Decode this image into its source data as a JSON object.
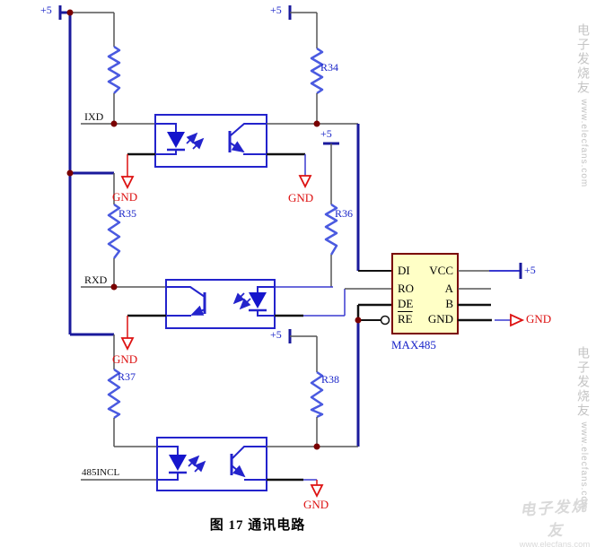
{
  "figure": {
    "caption": "图 17 通讯电路"
  },
  "labels": {
    "plus5": "+5",
    "gnd": "GND",
    "ixd": "IXD",
    "rxd": "RXD",
    "line485": "485INCL"
  },
  "resistors": {
    "r34": "R34",
    "r35": "R35",
    "r36": "R36",
    "r37": "R37",
    "r38": "R38"
  },
  "chip": {
    "name": "MAX485",
    "pins_left": [
      "DI",
      "RO",
      "DE",
      "RE"
    ],
    "pins_right": [
      "VCC",
      "A",
      "B",
      "GND"
    ]
  },
  "watermark": {
    "brand": "电子发烧友",
    "url": "www.elecfans.com"
  },
  "colors": {
    "bus_navy": "#1a1a9c",
    "signal_wire_gray": "#555555",
    "thick_black_wire": "#111111",
    "thin_blue_wire": "#3a3ad0",
    "component_blue": "#2323cc",
    "led_fill_blue": "#1515cc",
    "resistor_blue": "#4a5ae0",
    "ground_red": "#dd1111",
    "junction_maroon": "#7a0000",
    "chip_fill": "#ffffc6",
    "chip_border": "#7a0000",
    "label_blue": "#1823c8",
    "watermark_gray": "#c4c4c4"
  }
}
